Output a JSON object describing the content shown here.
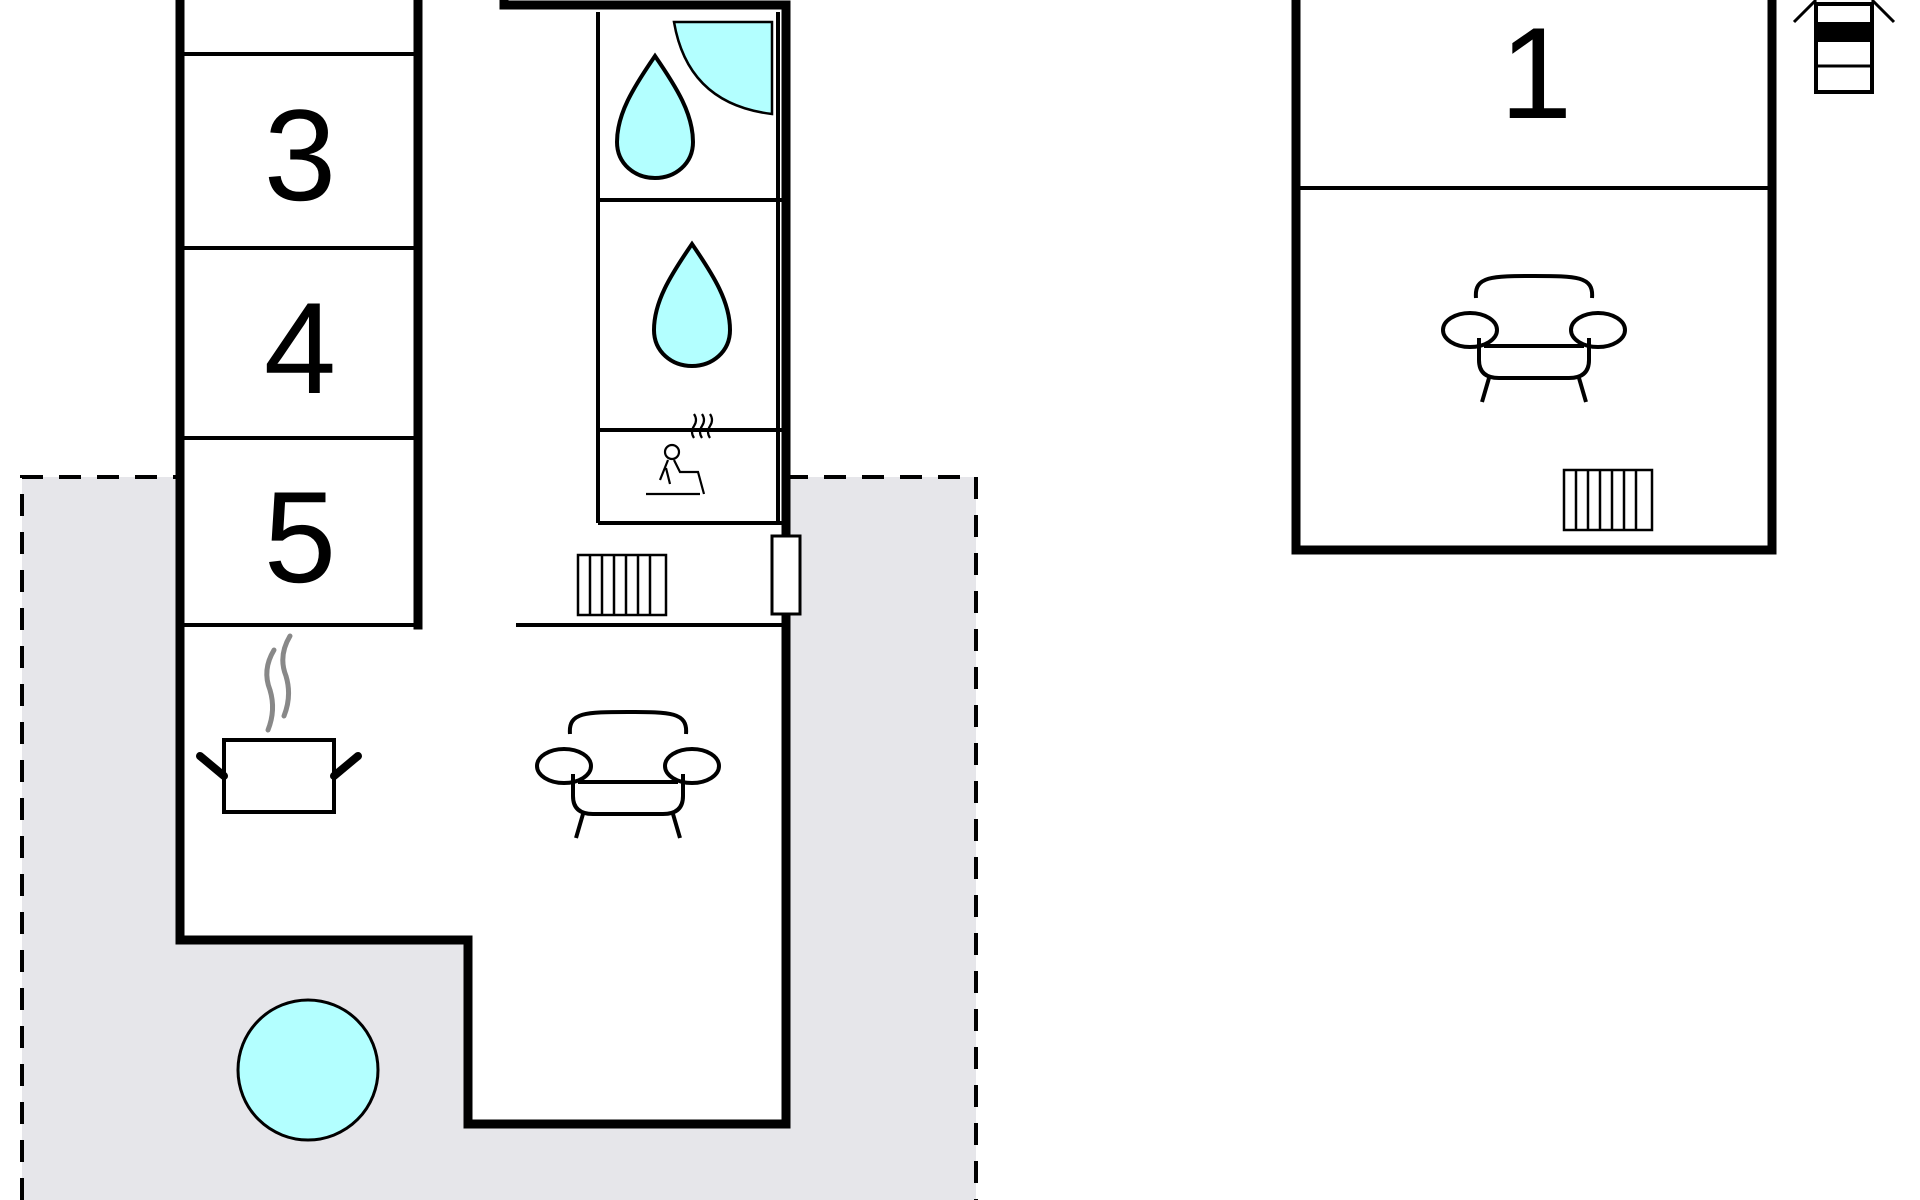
{
  "floor_plan": {
    "rooms": [
      {
        "id": "bedroom-1",
        "label": "1",
        "type": "bedroom"
      },
      {
        "id": "bedroom-3",
        "label": "3",
        "type": "bedroom"
      },
      {
        "id": "bedroom-4",
        "label": "4",
        "type": "bedroom"
      },
      {
        "id": "bedroom-5",
        "label": "5",
        "type": "bedroom"
      },
      {
        "id": "bathroom-1",
        "type": "bathroom",
        "icon": "water-drop-icon"
      },
      {
        "id": "bathroom-2",
        "type": "bathroom",
        "icon": "water-drop-icon"
      },
      {
        "id": "sauna",
        "type": "sauna",
        "icon": "sauna-icon"
      },
      {
        "id": "kitchen",
        "type": "kitchen",
        "icon": "cooking-pot-icon"
      },
      {
        "id": "living-room",
        "type": "living",
        "icon": "sofa-icon"
      },
      {
        "id": "annex-living",
        "type": "living",
        "icon": "sofa-icon"
      }
    ],
    "outdoor": {
      "terrace": true,
      "pool": "hot-tub-icon"
    },
    "icons": [
      "water-drop-icon",
      "sauna-icon",
      "cooking-pot-icon",
      "sofa-icon",
      "radiator-icon",
      "fireplace-icon",
      "hot-tub-icon",
      "shower-door-icon"
    ],
    "colors": {
      "water": "#b3ffff",
      "terrace": "#e6e6ea",
      "walls": "#000000",
      "steam": "#888888"
    }
  }
}
